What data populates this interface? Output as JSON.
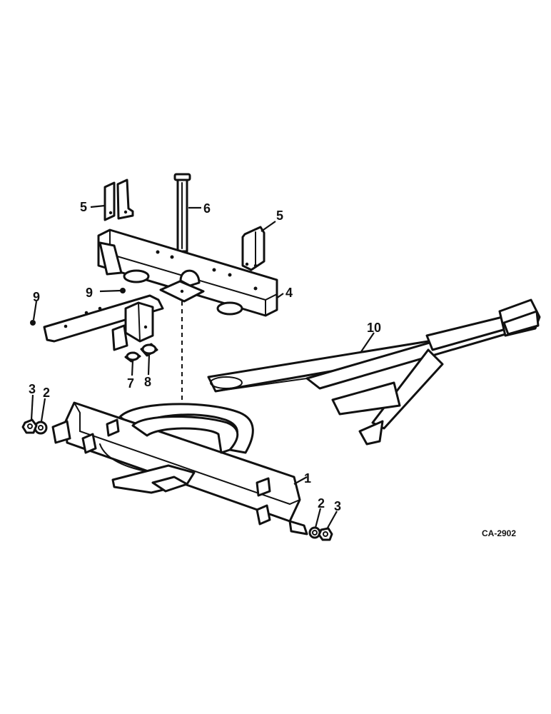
{
  "diagram_code": "CA-2902",
  "callouts": {
    "c1": "1",
    "c2a": "2",
    "c2b": "2",
    "c3a": "3",
    "c3b": "3",
    "c4": "4",
    "c5a": "5",
    "c5b": "5",
    "c6": "6",
    "c7": "7",
    "c8": "8",
    "c9a": "9",
    "c9b": "9",
    "c10": "10"
  },
  "colors": {
    "ink": "#111111",
    "paper": "#ffffff"
  }
}
